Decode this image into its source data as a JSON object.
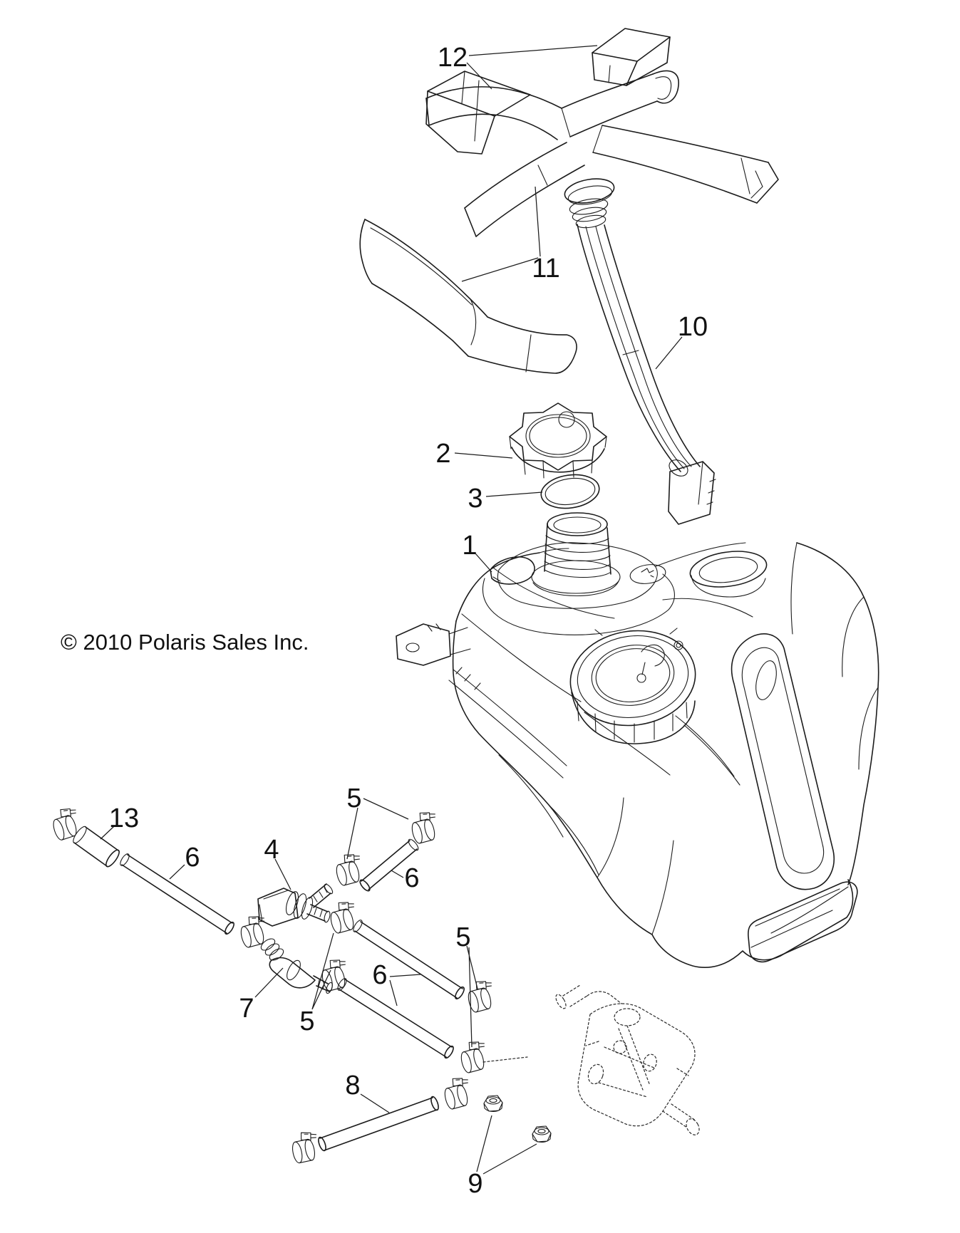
{
  "diagram": {
    "copyright": "© 2010  Polaris Sales Inc.",
    "background": "#ffffff",
    "line_color": "#1c1c1c",
    "callouts": [
      {
        "label": "12"
      },
      {
        "label": "11"
      },
      {
        "label": "10"
      },
      {
        "label": "2"
      },
      {
        "label": "3"
      },
      {
        "label": "1"
      },
      {
        "label": "13"
      },
      {
        "label": "6"
      },
      {
        "label": "4"
      },
      {
        "label": "5"
      },
      {
        "label": "6"
      },
      {
        "label": "5"
      },
      {
        "label": "6"
      },
      {
        "label": "5"
      },
      {
        "label": "7"
      },
      {
        "label": "8"
      },
      {
        "label": "9"
      }
    ]
  }
}
